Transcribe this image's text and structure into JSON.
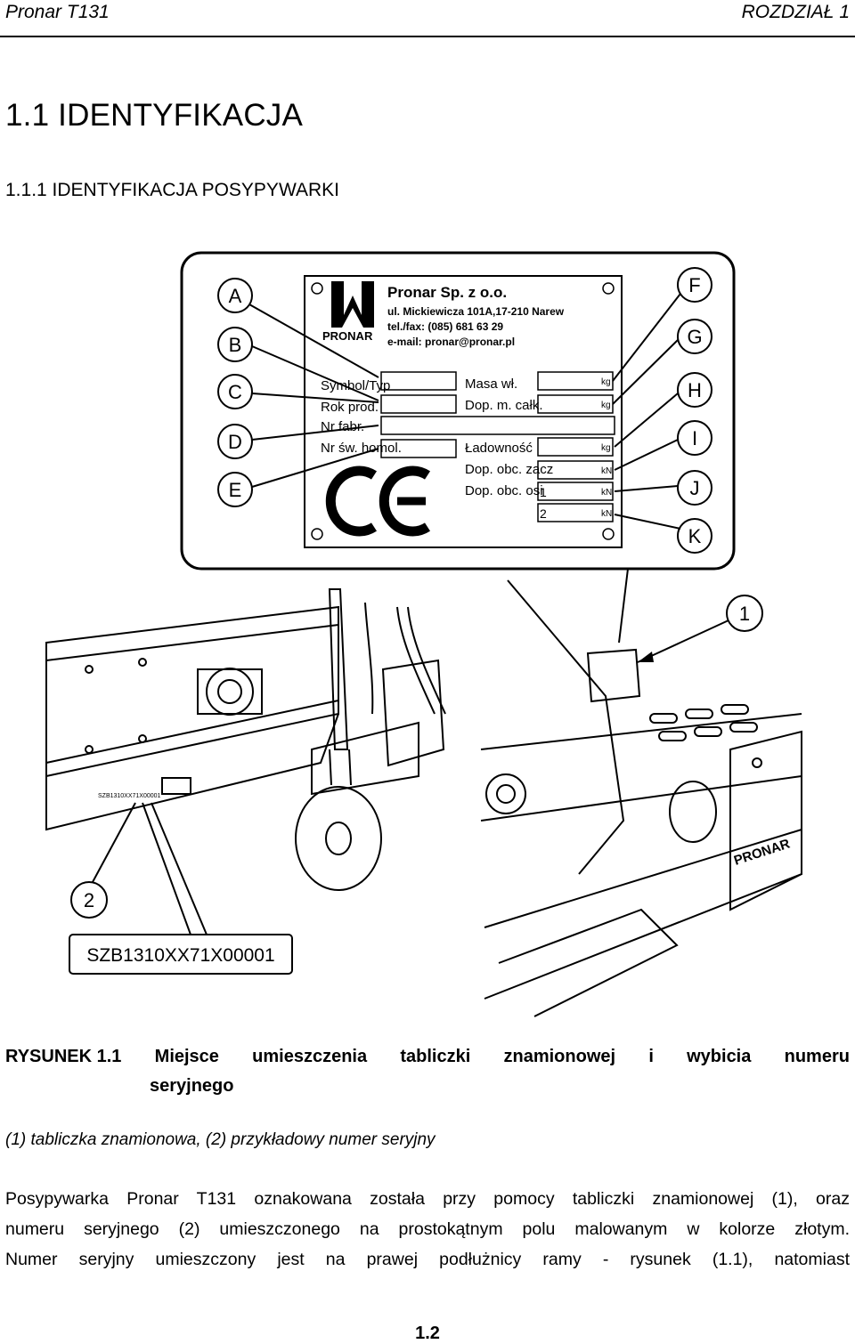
{
  "header": {
    "left": "Pronar T131",
    "right": "ROZDZIAŁ 1"
  },
  "heading1": "1.1 IDENTYFIKACJA",
  "heading2": "1.1.1 IDENTYFIKACJA POSYPYWARKI",
  "plate": {
    "callouts_left": [
      "A",
      "B",
      "C",
      "D",
      "E"
    ],
    "callouts_right": [
      "F",
      "G",
      "H",
      "I",
      "J",
      "K"
    ],
    "company": "Pronar Sp. z o.o.",
    "address": "ul. Mickiewicza 101A,17-210 Narew",
    "phone": "tel./fax: (085) 681 63 29",
    "email": "e-mail: pronar@pronar.pl",
    "logo_text": "PRONAR",
    "row_labels": [
      "Symbol/Typ",
      "Rok prod.",
      "Nr fabr.",
      "Nr św. homol."
    ],
    "right_labels": [
      "Masa wł.",
      "Dop. m. całk.",
      "Ładowność",
      "Dop. obc. zacz",
      "Dop. obc. osi"
    ],
    "axle_numbers": [
      "1",
      "2"
    ],
    "units": [
      "kg",
      "kg",
      "kg",
      "kN",
      "kN",
      "kN"
    ],
    "ce_mark": "CE"
  },
  "machine": {
    "callout_1": "1",
    "callout_2": "2",
    "serial_small": "SZB1310XX71X00001",
    "serial_big": "SZB1310XX71X00001",
    "logo_text": "PRONAR"
  },
  "caption": {
    "label": "RYSUNEK 1.1",
    "words": [
      "Miejsce",
      "umieszczenia",
      "tabliczki",
      "znamionowej",
      "i",
      "wybicia",
      "numeru"
    ],
    "line2": "seryjnego"
  },
  "note": "(1) tabliczka znamionowa, (2) przykładowy numer seryjny",
  "paragraph": {
    "line1": "Posypywarka Pronar T131 oznakowana została przy pomocy tabliczki znamionowej (1), oraz",
    "line2": "numeru seryjnego (2) umieszczonego na prostokątnym polu malowanym w kolorze złotym.",
    "line3": "Numer seryjny umieszczony jest na prawej podłużnicy ramy - rysunek (1.1), natomiast"
  },
  "page_number": "1.2",
  "colors": {
    "ink": "#000000",
    "paper": "#ffffff"
  }
}
